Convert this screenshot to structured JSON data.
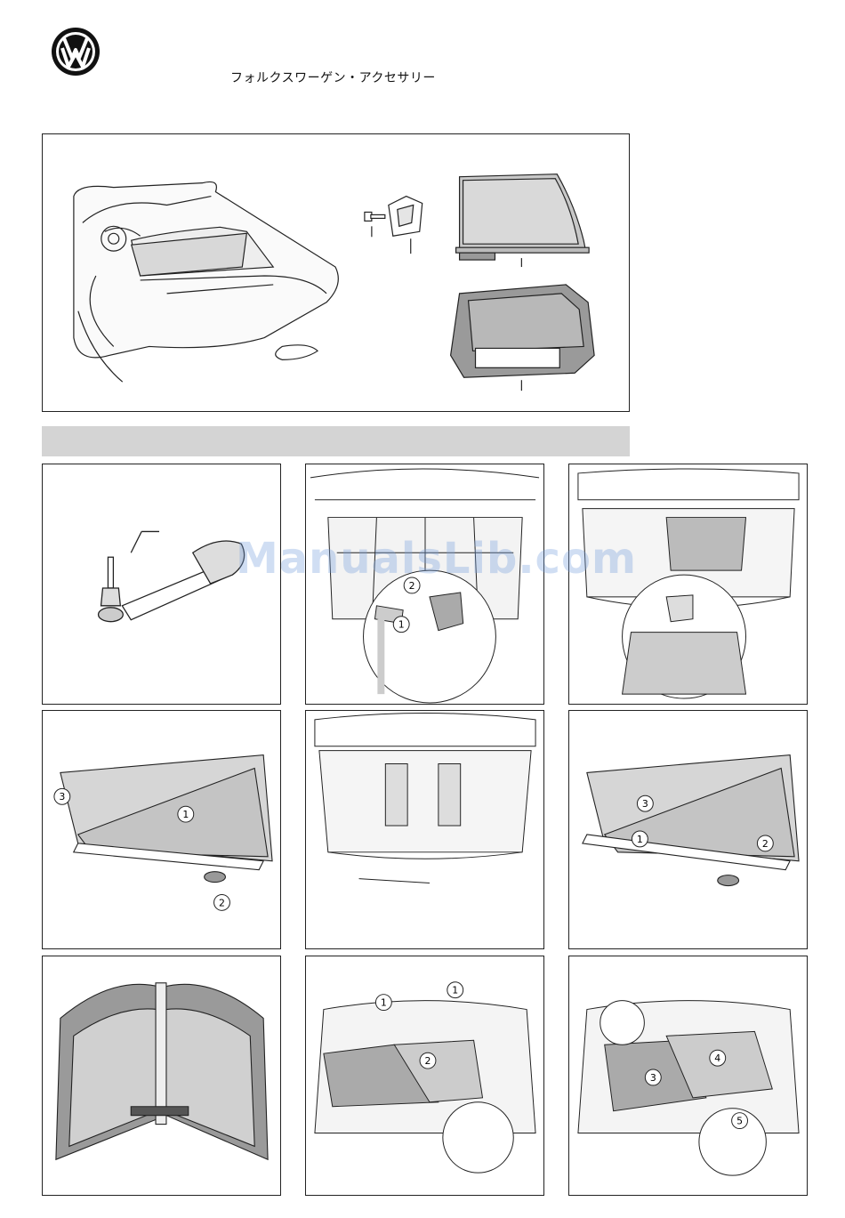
{
  "header": {
    "brand_logo": "vw-logo",
    "title": "フォルクスワーゲン・アクセサリー"
  },
  "overview": {
    "parts": [
      "vehicle-illustration",
      "bolt",
      "bracket",
      "wind-deflector-upper",
      "wind-deflector-lower"
    ]
  },
  "section_bar": {
    "text": ""
  },
  "watermark": "ManualsLib.com",
  "steps": [
    {
      "id": "step-1",
      "callouts": []
    },
    {
      "id": "step-2",
      "callouts": [
        "2",
        "1"
      ]
    },
    {
      "id": "step-3",
      "callouts": []
    },
    {
      "id": "step-4",
      "callouts": [
        "3",
        "1",
        "2"
      ]
    },
    {
      "id": "step-5",
      "callouts": []
    },
    {
      "id": "step-6",
      "callouts": [
        "3",
        "1",
        "2"
      ]
    },
    {
      "id": "step-7",
      "callouts": []
    },
    {
      "id": "step-8",
      "callouts": [
        "1",
        "1",
        "2"
      ]
    },
    {
      "id": "step-9",
      "callouts": [
        "4",
        "3",
        "5"
      ]
    }
  ]
}
